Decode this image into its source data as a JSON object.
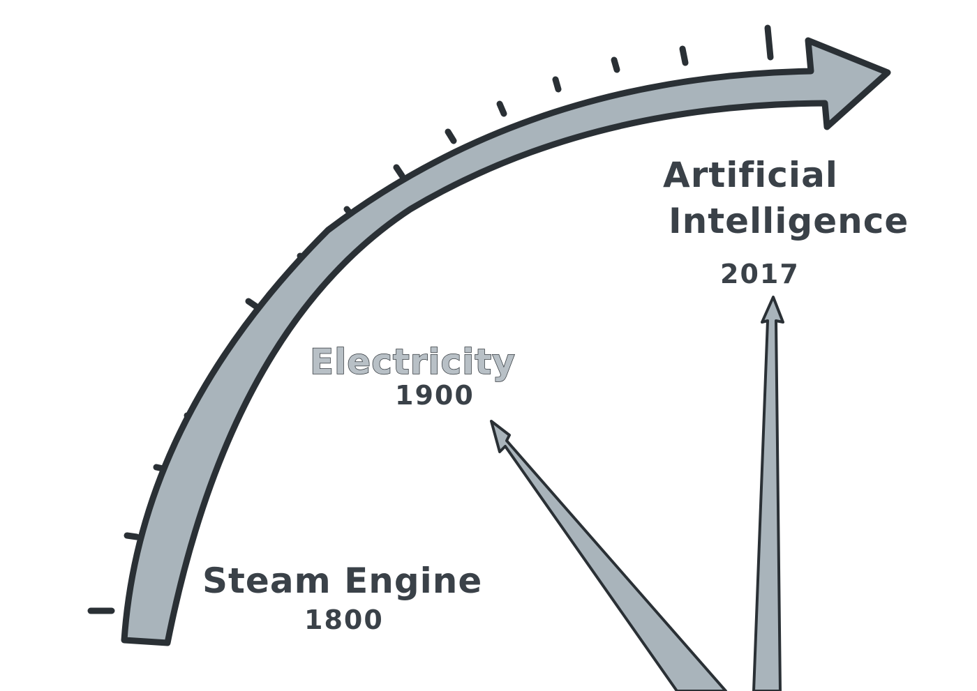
{
  "milestones": [
    {
      "name": "Steam Engine",
      "year": "1800"
    },
    {
      "name": "Electricity",
      "year": "1900"
    },
    {
      "name": "Artificial",
      "name2": "Intelligence",
      "year": "2017"
    }
  ],
  "colors": {
    "arrow_fill": "#a9b4bb",
    "outline": "#2a3035",
    "text": "#3a4148",
    "paper": "#ffffff"
  }
}
